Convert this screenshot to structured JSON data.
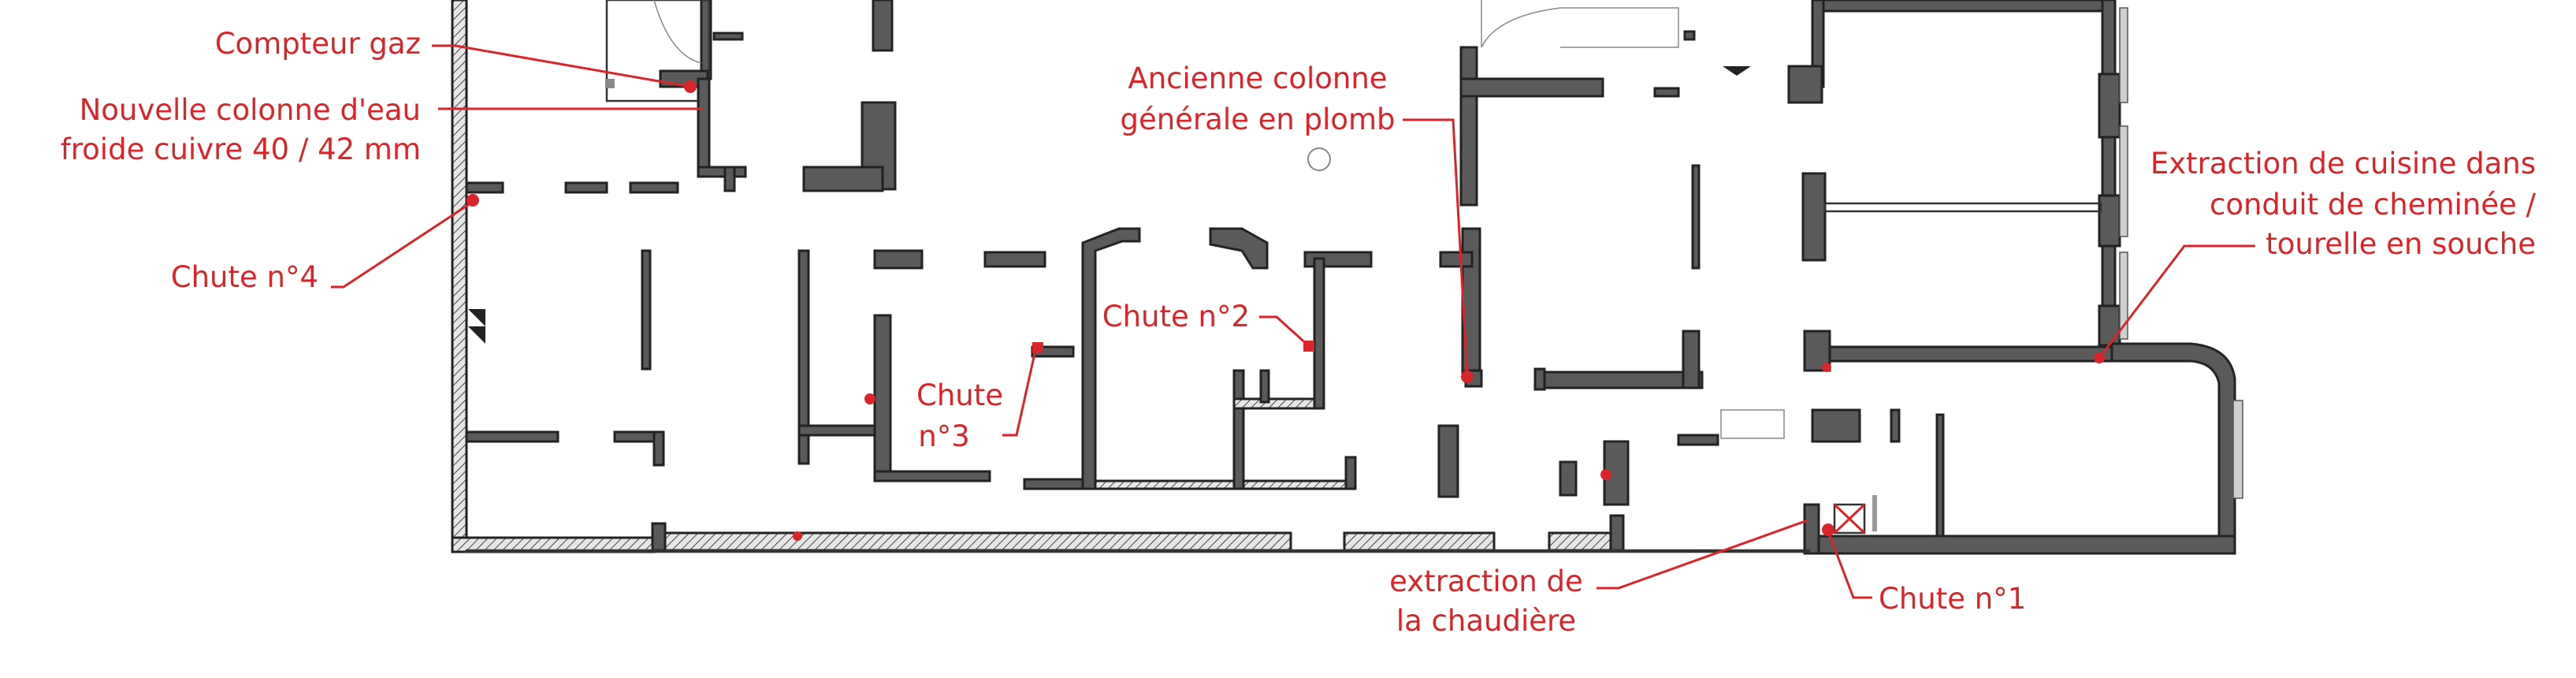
{
  "annotations": {
    "compteur_gaz": "Compteur gaz",
    "colonne_eau_line1": "Nouvelle colonne d'eau",
    "colonne_eau_line2": "froide cuivre 40 / 42 mm",
    "ancienne_colonne_line1": "Ancienne colonne",
    "ancienne_colonne_line2": "générale en plomb",
    "extraction_cuisine_line1": "Extraction de cuisine dans",
    "extraction_cuisine_line2": "conduit de cheminée /",
    "extraction_cuisine_line3": "tourelle en souche",
    "chute4": "Chute n°4",
    "chute2": "Chute n°2",
    "chute3_line1": "Chute",
    "chute3_line2": "n°3",
    "extraction_chaudiere_line1": "extraction de",
    "extraction_chaudiere_line2": "la chaudière",
    "chute1": "Chute n°1"
  },
  "colors": {
    "annotation": "#d9252a",
    "wall_fill": "#5a5a5a",
    "background": "#ffffff"
  }
}
